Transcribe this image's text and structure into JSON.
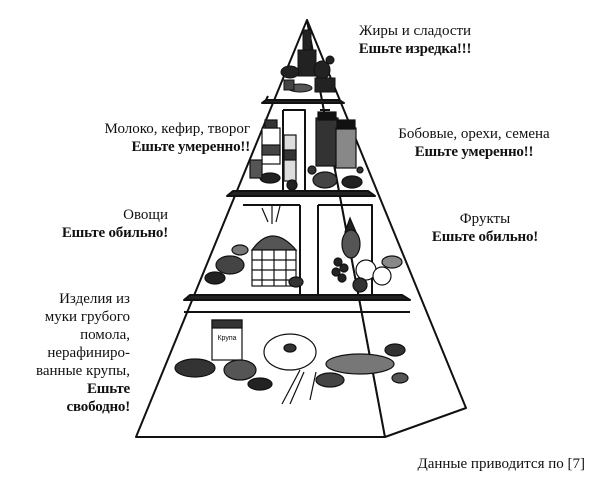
{
  "levels": {
    "fats": {
      "name": "Жиры и сладости",
      "advice": "Ешьте изредка!!!",
      "illustration": "sweets-bottles-icon"
    },
    "dairy": {
      "name": "Молоко, кефир, творог",
      "advice": "Ешьте умеренно!!",
      "illustration": "milk-cartons-icon"
    },
    "beans": {
      "name": "Бобовые, орехи, семена",
      "advice": "Ешьте умеренно!!",
      "illustration": "jars-nuts-icon"
    },
    "veg": {
      "name": "Овощи",
      "advice": "Ешьте обильно!",
      "illustration": "vegetable-basket-icon"
    },
    "fruit": {
      "name": "Фрукты",
      "advice": "Ешьте обильно!",
      "illustration": "fruit-pile-icon"
    },
    "grains": {
      "name_lines": [
        "Изделия из",
        "муки грубого",
        "помола,",
        "нерафиниро-",
        "ванные крупы,"
      ],
      "advice_lines": [
        "Ешьте",
        "свободно!"
      ],
      "box_label": "Крупа",
      "illustration": "bread-grains-icon"
    }
  },
  "footer": "Данные приводится по [7]"
}
